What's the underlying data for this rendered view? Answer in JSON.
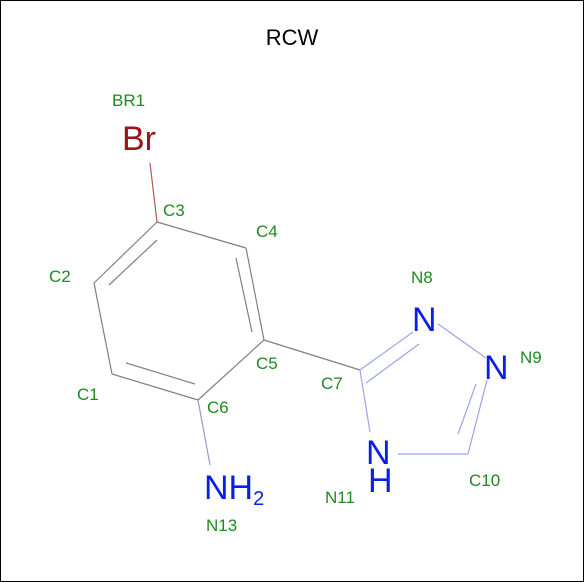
{
  "title": "RCW",
  "colors": {
    "carbon_bond": "#808080",
    "nitrogen": "#0b1ee8",
    "bromine": "#9a1515",
    "label": "#1f8a1f",
    "nitrogen_bond": "#9aa4f0"
  },
  "atom_labels": {
    "br1": "BR1",
    "c1": "C1",
    "c2": "C2",
    "c3": "C3",
    "c4": "C4",
    "c5": "C5",
    "c6": "C6",
    "c7": "C7",
    "n8": "N8",
    "n9": "N9",
    "c10": "C10",
    "n11": "N11",
    "n13": "N13"
  },
  "element_symbols": {
    "br": "Br",
    "n8": "N",
    "n9": "N",
    "n11_n": "N",
    "n11_h": "H",
    "n13_nh": "NH",
    "n13_sub": "2"
  }
}
